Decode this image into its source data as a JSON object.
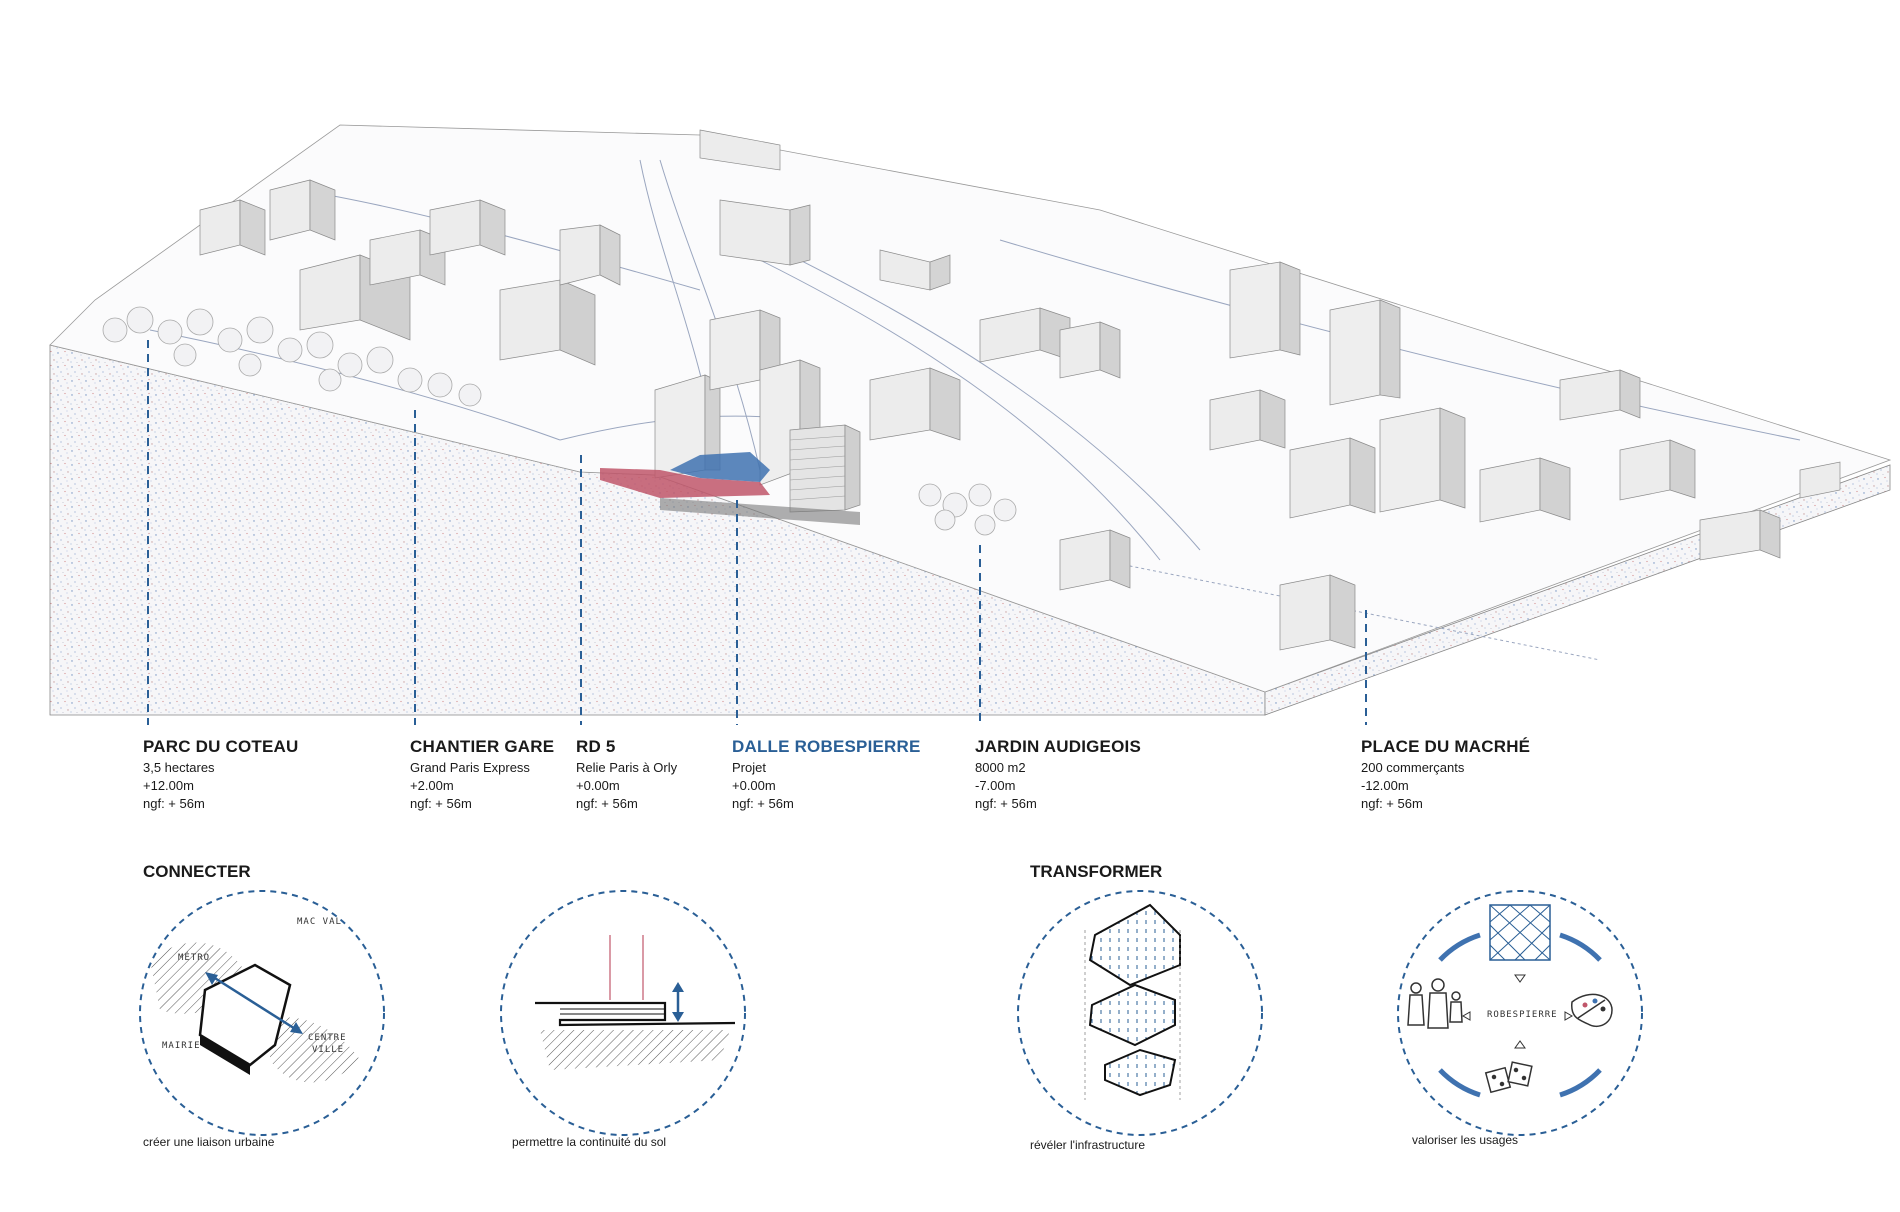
{
  "labels": [
    {
      "title": "PARC DU COTEAU",
      "l1": "3,5 hectares",
      "l2": "+12.00m",
      "l3": "ngf: + 56m",
      "highlight": false
    },
    {
      "title": "CHANTIER GARE",
      "l1": "Grand Paris Express",
      "l2": "+2.00m",
      "l3": "ngf: + 56m",
      "highlight": false
    },
    {
      "title": "RD 5",
      "l1": "Relie Paris à Orly",
      "l2": "+0.00m",
      "l3": "ngf: + 56m",
      "highlight": false
    },
    {
      "title": "DALLE ROBESPIERRE",
      "l1": "Projet",
      "l2": "+0.00m",
      "l3": "ngf: + 56m",
      "highlight": true
    },
    {
      "title": "JARDIN AUDIGEOIS",
      "l1": "8000 m2",
      "l2": "-7.00m",
      "l3": "ngf: + 56m",
      "highlight": false
    },
    {
      "title": "PLACE DU MACRHÉ",
      "l1": "200 commerçants",
      "l2": "-12.00m",
      "l3": "ngf: + 56m",
      "highlight": false
    }
  ],
  "sections": {
    "connecter": "CONNECTER",
    "transformer": "TRANSFORMER"
  },
  "captions": {
    "c1": "créer une liaison urbaine",
    "c2": "permettre la continuité du sol",
    "c3": "révéler l'infrastructure",
    "c4": "valoriser les usages"
  },
  "sketch_text": {
    "metro": "MÉTRO",
    "macval": "MAC VAL",
    "mairie": "MAIRIE",
    "centre": "CENTRE",
    "ville": "VILLE",
    "robespierre": "ROBESPIERRE"
  },
  "colors": {
    "accent_blue": "#2a5f96",
    "dalle_red": "#c0566a",
    "dalle_blue": "#3f72b0",
    "ink": "#1a1a1a"
  }
}
